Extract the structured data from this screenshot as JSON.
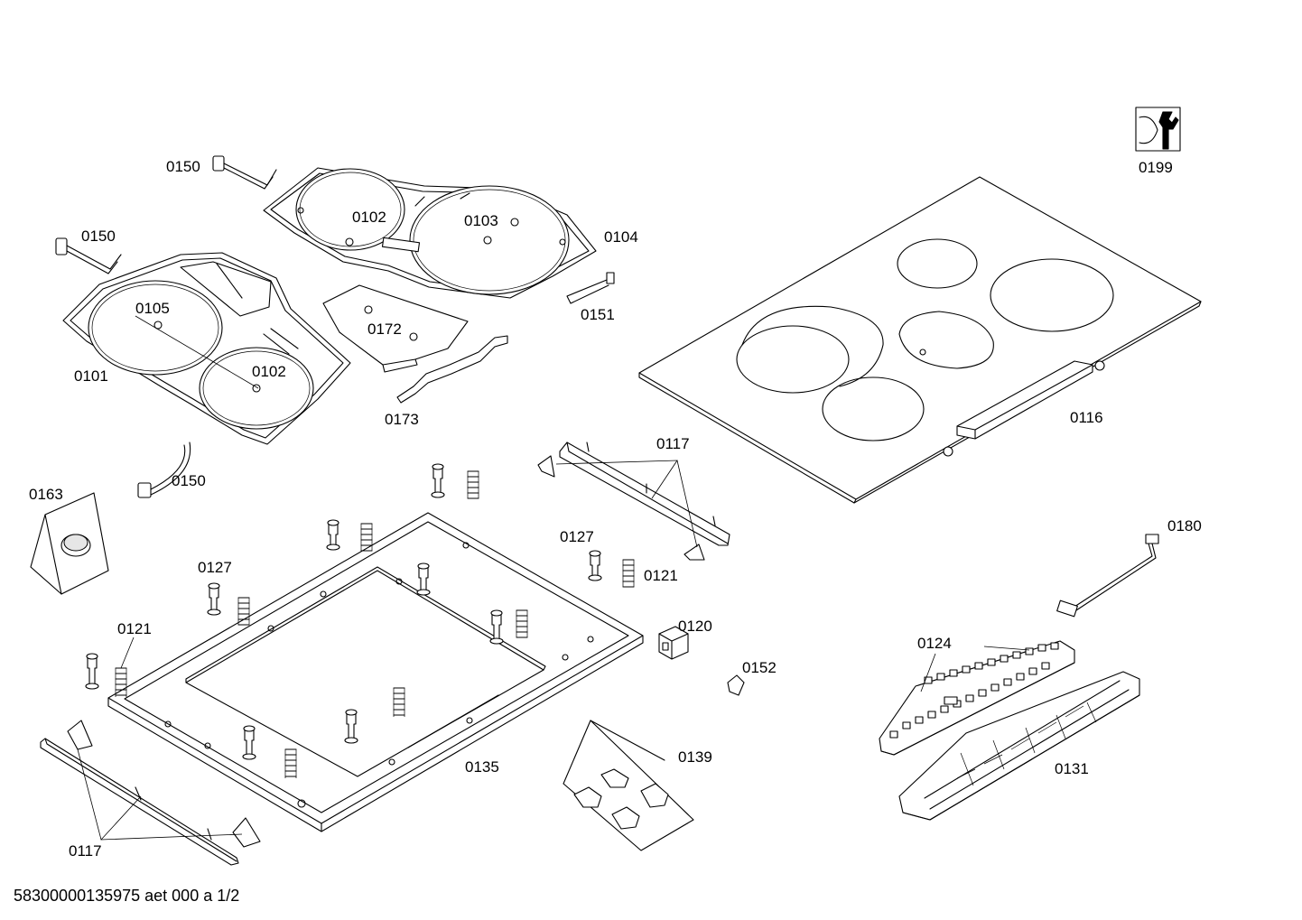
{
  "labels": {
    "p0199": "0199",
    "p0150a": "0150",
    "p0150b": "0150",
    "p0150c": "0150",
    "p0102a": "0102",
    "p0102b": "0102",
    "p0103": "0103",
    "p0104": "0104",
    "p0105": "0105",
    "p0101": "0101",
    "p0151": "0151",
    "p0172": "0172",
    "p0173": "0173",
    "p0116": "0116",
    "p0117a": "0117",
    "p0117b": "0117",
    "p0163": "0163",
    "p0127a": "0127",
    "p0127b": "0127",
    "p0121a": "0121",
    "p0121b": "0121",
    "p0120": "0120",
    "p0152": "0152",
    "p0135": "0135",
    "p0139": "0139",
    "p0180": "0180",
    "p0124": "0124",
    "p0131": "0131"
  },
  "footer": "58300000135975 aet 000 a 1/2"
}
